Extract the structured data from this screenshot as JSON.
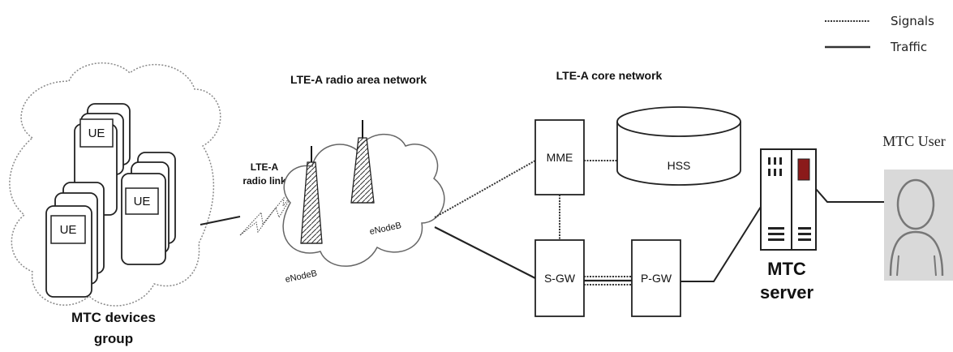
{
  "legend": {
    "signals_label": "Signals",
    "traffic_label": "Traffic"
  },
  "devices": {
    "ue_label": "UE",
    "group_line1": "MTC devices",
    "group_line2": "group"
  },
  "radio": {
    "title": "LTE-A radio area network",
    "link_line1": "LTE-A",
    "link_line2": "radio link",
    "enodeb_label": "eNodeB"
  },
  "core": {
    "title": "LTE-A core network",
    "mme": "MME",
    "hss": "HSS",
    "sgw": "S-GW",
    "pgw": "P-GW"
  },
  "server": {
    "line1": "MTC",
    "line2": "server"
  },
  "user": {
    "label": "MTC User"
  },
  "colors": {
    "line": "#222222",
    "cloud_stroke": "#888888",
    "user_fill": "#d9d9d9",
    "server_led": "#8b1a1a"
  }
}
